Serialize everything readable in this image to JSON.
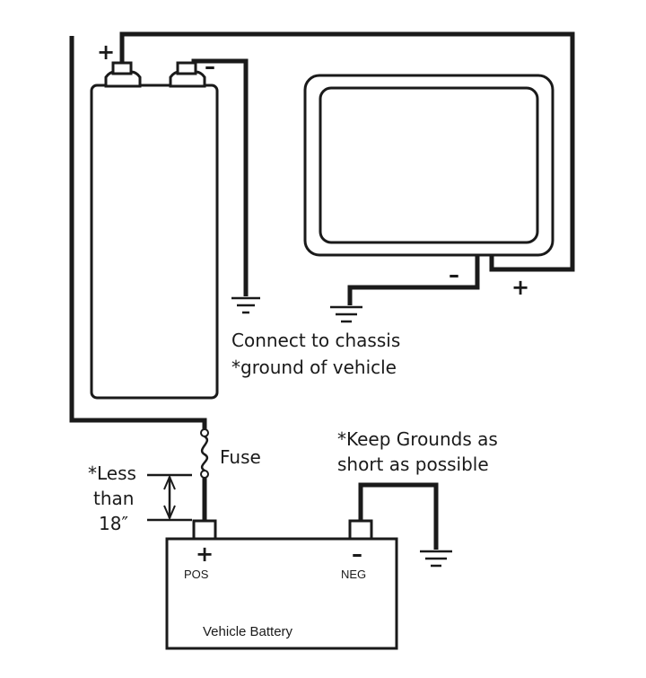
{
  "labels": {
    "connect_line1": "Connect to chassis",
    "connect_line2": "*ground of vehicle",
    "fuse": "Fuse",
    "less_line1": "*Less",
    "less_line2": "than",
    "less_line3": "18″",
    "keep_line1": "*Keep Grounds as",
    "keep_line2": "short as possible",
    "pos": "POS",
    "neg": "NEG",
    "battery": "Vehicle Battery"
  },
  "signs": {
    "plus": "+",
    "minus": "–"
  }
}
